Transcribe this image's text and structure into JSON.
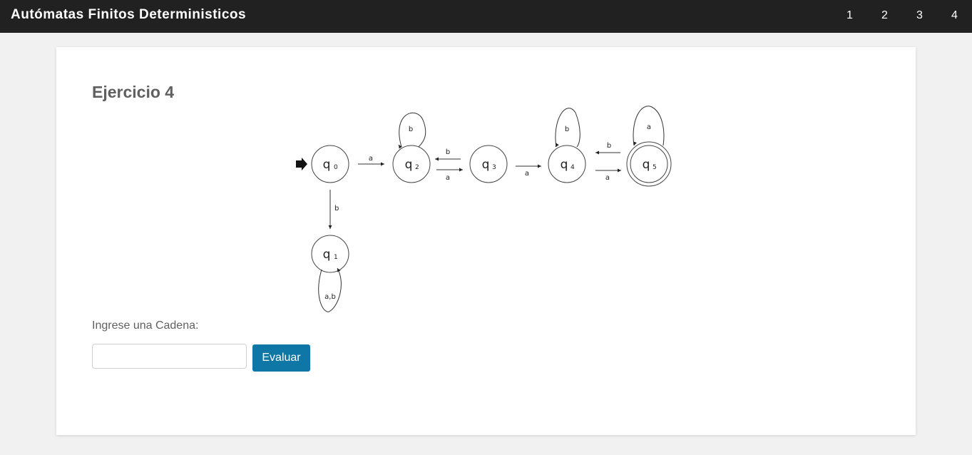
{
  "app": {
    "title": "Autómatas Finitos Deterministicos",
    "nav": [
      "1",
      "2",
      "3",
      "4"
    ]
  },
  "exercise": {
    "title": "Ejercicio 4",
    "prompt": "Ingrese una Cadena:",
    "input_value": "",
    "input_placeholder": "",
    "evaluate_label": "Evaluar"
  },
  "automaton": {
    "states": [
      {
        "letter": "q",
        "index": "0"
      },
      {
        "letter": "q",
        "index": "1"
      },
      {
        "letter": "q",
        "index": "2"
      },
      {
        "letter": "q",
        "index": "3"
      },
      {
        "letter": "q",
        "index": "4"
      },
      {
        "letter": "q",
        "index": "5"
      }
    ],
    "transitions": [
      {
        "from": "q0",
        "to": "q2",
        "label": "a"
      },
      {
        "from": "q0",
        "to": "q1",
        "label": "b"
      },
      {
        "from": "q1",
        "to": "q1",
        "label": "a,b"
      },
      {
        "from": "q2",
        "to": "q2",
        "label": "b"
      },
      {
        "from": "q2",
        "to": "q3",
        "label": "a"
      },
      {
        "from": "q3",
        "to": "q2",
        "label": "b"
      },
      {
        "from": "q3",
        "to": "q4",
        "label": "a"
      },
      {
        "from": "q4",
        "to": "q4",
        "label": "b"
      },
      {
        "from": "q4",
        "to": "q5",
        "label": "a"
      },
      {
        "from": "q5",
        "to": "q4",
        "label": "b"
      },
      {
        "from": "q5",
        "to": "q5",
        "label": "a"
      }
    ],
    "start_state": "q0",
    "accept_states": [
      "q5"
    ]
  }
}
